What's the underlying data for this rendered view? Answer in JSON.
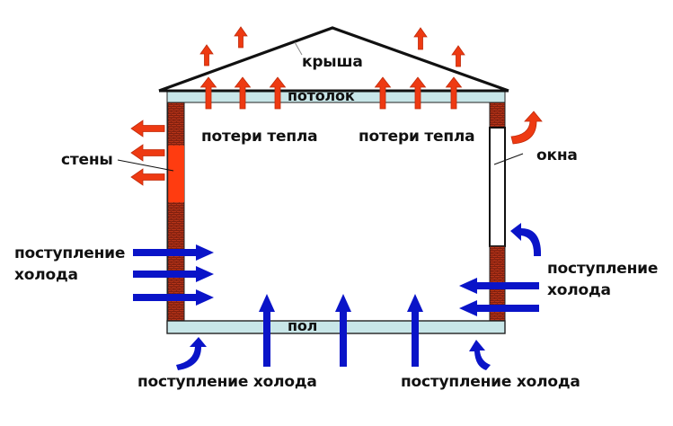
{
  "diagram": {
    "title": "Теплопотери дома",
    "labels": {
      "roof": "крыша",
      "ceiling": "потолок",
      "walls": "стены",
      "windows": "окна",
      "floor": "пол",
      "heat_loss_left": "потери тепла",
      "heat_loss_right": "потери тепла",
      "cold_inflow_left_line1": "поступление",
      "cold_inflow_left_line2": "холода",
      "cold_inflow_right_line1": "поступление",
      "cold_inflow_right_line2": "холода",
      "cold_inflow_bottom_left": "поступление холода",
      "cold_inflow_bottom_right": "поступление холода"
    },
    "legend_meaning": {
      "red_arrows": "heat loss",
      "blue_arrows": "cold inflow"
    },
    "arrow_counts": {
      "heat_loss_through_ceiling": 6,
      "heat_loss_above_roof": 4,
      "heat_loss_through_left_wall": 3,
      "heat_loss_through_window": 1,
      "cold_inflow_left_wall": 3,
      "cold_inflow_right_wall": 2,
      "cold_inflow_window": 1,
      "cold_inflow_floor_straight": 3,
      "cold_inflow_floor_curved": 2
    },
    "colors": {
      "heat_arrow": "#ee3a12",
      "heat_arrow_outline": "#c02a0a",
      "cold_arrow": "#0a14c8",
      "ceiling_floor_fill": "#c8e6e8",
      "brick": "#b3321a",
      "brick_mortar": "#7a1c0c",
      "wall_heat_zone": "#ff3c10",
      "window_fill": "#ffffff",
      "outline": "#111111"
    }
  }
}
